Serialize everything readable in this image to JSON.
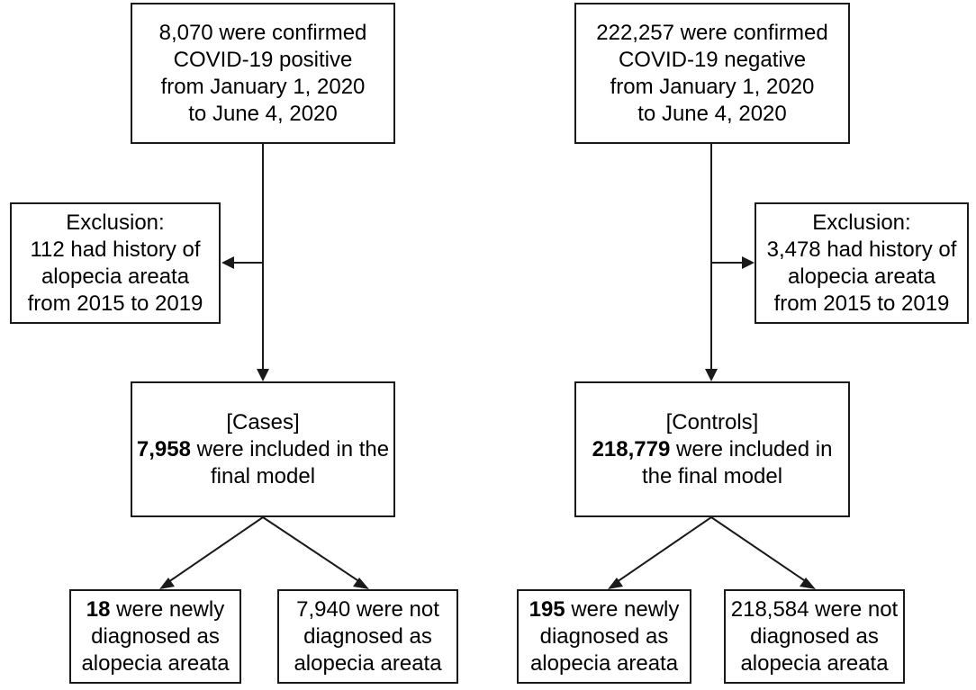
{
  "left": {
    "source": {
      "lines": [
        "8,070 were confirmed",
        "COVID-19 positive",
        "from January 1, 2020",
        "to June 4, 2020"
      ]
    },
    "exclusion": {
      "lines": [
        "Exclusion:",
        "112 had history of",
        "alopecia areata",
        "from 2015 to 2019"
      ]
    },
    "included": {
      "label": "[Cases]",
      "count": "7,958",
      "line2_rest": " were included in the",
      "line3": "final model"
    },
    "newly": {
      "count": "18",
      "line1_rest": " were newly",
      "line2": "diagnosed as",
      "line3": "alopecia areata"
    },
    "not_diagnosed": {
      "lines": [
        "7,940 were not",
        "diagnosed as",
        "alopecia areata"
      ]
    }
  },
  "right": {
    "source": {
      "lines": [
        "222,257 were confirmed",
        "COVID-19 negative",
        "from January 1, 2020",
        "to June 4, 2020"
      ]
    },
    "exclusion": {
      "lines": [
        "Exclusion:",
        "3,478 had history of",
        "alopecia areata",
        "from 2015 to 2019"
      ]
    },
    "included": {
      "label": "[Controls]",
      "count": "218,779",
      "line2_rest": " were included in",
      "line3": "the final model"
    },
    "newly": {
      "count": "195",
      "line1_rest": " were newly",
      "line2": "diagnosed as",
      "line3": "alopecia areata"
    },
    "not_diagnosed": {
      "lines": [
        "218,584 were not",
        "diagnosed as",
        "alopecia areata"
      ]
    }
  },
  "colors": {
    "stroke": "#1a1a1a",
    "background": "#ffffff"
  }
}
